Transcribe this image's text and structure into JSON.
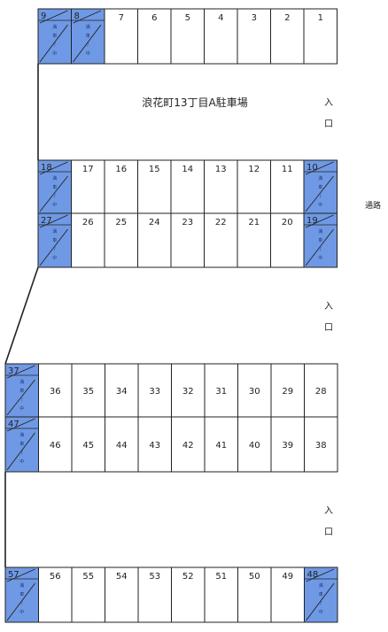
{
  "title": "浪花町13丁目A駐車場",
  "entrance_label": [
    "入",
    "口"
  ],
  "passage_label": "通路",
  "colors": {
    "occupied_fill": "#6f99e4",
    "line": "#222222",
    "free_fill": "#ffffff"
  },
  "occupied_mark": [
    "満",
    "車",
    "/",
    "中"
  ],
  "rows": [
    {
      "name": "row-1",
      "spaces": [
        "9",
        "8",
        "7",
        "6",
        "5",
        "4",
        "3",
        "2",
        "1"
      ],
      "occupied": [
        "9",
        "8"
      ]
    },
    {
      "name": "row-2",
      "spaces": [
        "18",
        "17",
        "16",
        "15",
        "14",
        "13",
        "12",
        "11",
        "10"
      ],
      "occupied": [
        "18",
        "10"
      ]
    },
    {
      "name": "row-3",
      "spaces": [
        "27",
        "26",
        "25",
        "24",
        "23",
        "22",
        "21",
        "20",
        "19"
      ],
      "occupied": [
        "27",
        "19"
      ]
    },
    {
      "name": "row-4",
      "spaces": [
        "37",
        "36",
        "35",
        "34",
        "33",
        "32",
        "31",
        "30",
        "29",
        "28"
      ],
      "occupied": [
        "37"
      ]
    },
    {
      "name": "row-5",
      "spaces": [
        "47",
        "46",
        "45",
        "44",
        "43",
        "42",
        "41",
        "40",
        "39",
        "38"
      ],
      "occupied": [
        "47"
      ]
    },
    {
      "name": "row-6",
      "spaces": [
        "57",
        "56",
        "55",
        "54",
        "53",
        "52",
        "51",
        "50",
        "49",
        "48"
      ],
      "occupied": [
        "57",
        "48"
      ]
    }
  ]
}
